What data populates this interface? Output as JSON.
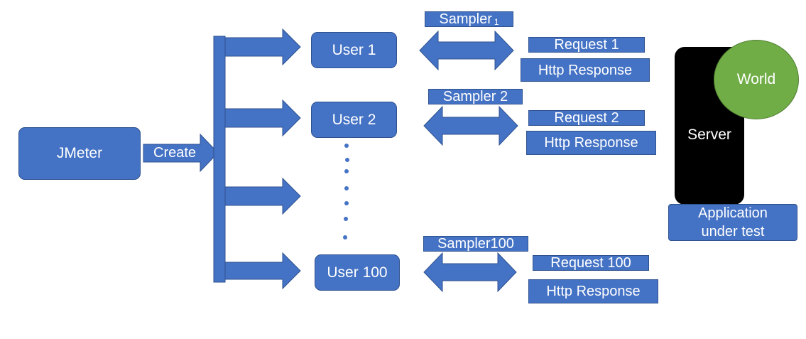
{
  "colors": {
    "box": "#4472c4",
    "box_border": "#2f528f",
    "server": "#000000",
    "world": "#70ad47",
    "text": "#ffffff"
  },
  "jmeter": {
    "label": "JMeter"
  },
  "create": {
    "label": "Create"
  },
  "users": [
    {
      "label": "User 1"
    },
    {
      "label": "User 2"
    },
    {
      "label": "User 100"
    }
  ],
  "samplers": [
    {
      "label": "Sampler",
      "subscript": "1"
    },
    {
      "label": "Sampler 2",
      "subscript": ""
    },
    {
      "label": "Sampler100",
      "subscript": ""
    }
  ],
  "requests": [
    {
      "label": "Request 1",
      "response": "Http Response"
    },
    {
      "label": "Request 2",
      "response": "Http Response"
    },
    {
      "label": "Request 100",
      "response": "Http Response"
    }
  ],
  "server": {
    "label": "Server"
  },
  "world": {
    "label": "World"
  },
  "app": {
    "line1": "Application",
    "line2": "under test"
  }
}
